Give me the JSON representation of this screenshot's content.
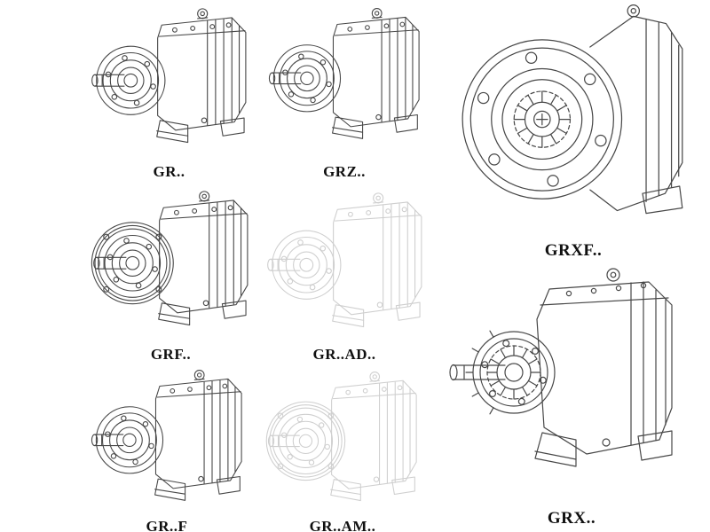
{
  "colors": {
    "bg": "#ffffff",
    "line_dark": "#474747",
    "line_light": "#cfcfcf",
    "label_text": "#101010"
  },
  "products": [
    {
      "label": "GR.."
    },
    {
      "label": "GRZ.."
    },
    {
      "label": "GRXF.."
    },
    {
      "label": "GRF.."
    },
    {
      "label": "GR..AD.."
    },
    {
      "label": "GR..F"
    },
    {
      "label": "GR..AM.."
    },
    {
      "label": "GRX.."
    }
  ]
}
